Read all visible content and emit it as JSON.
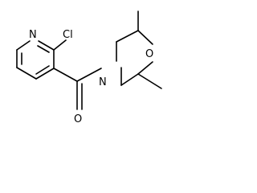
{
  "molecule": {
    "atom_labels": {
      "pyridine_nitrogen": "N",
      "chlorine": "Cl",
      "carbonyl_oxygen": "O",
      "morpholine_nitrogen": "N",
      "morpholine_oxygen": "O"
    },
    "colors": {
      "bond": "#000000",
      "text": "#000000",
      "background": "#ffffff"
    }
  }
}
